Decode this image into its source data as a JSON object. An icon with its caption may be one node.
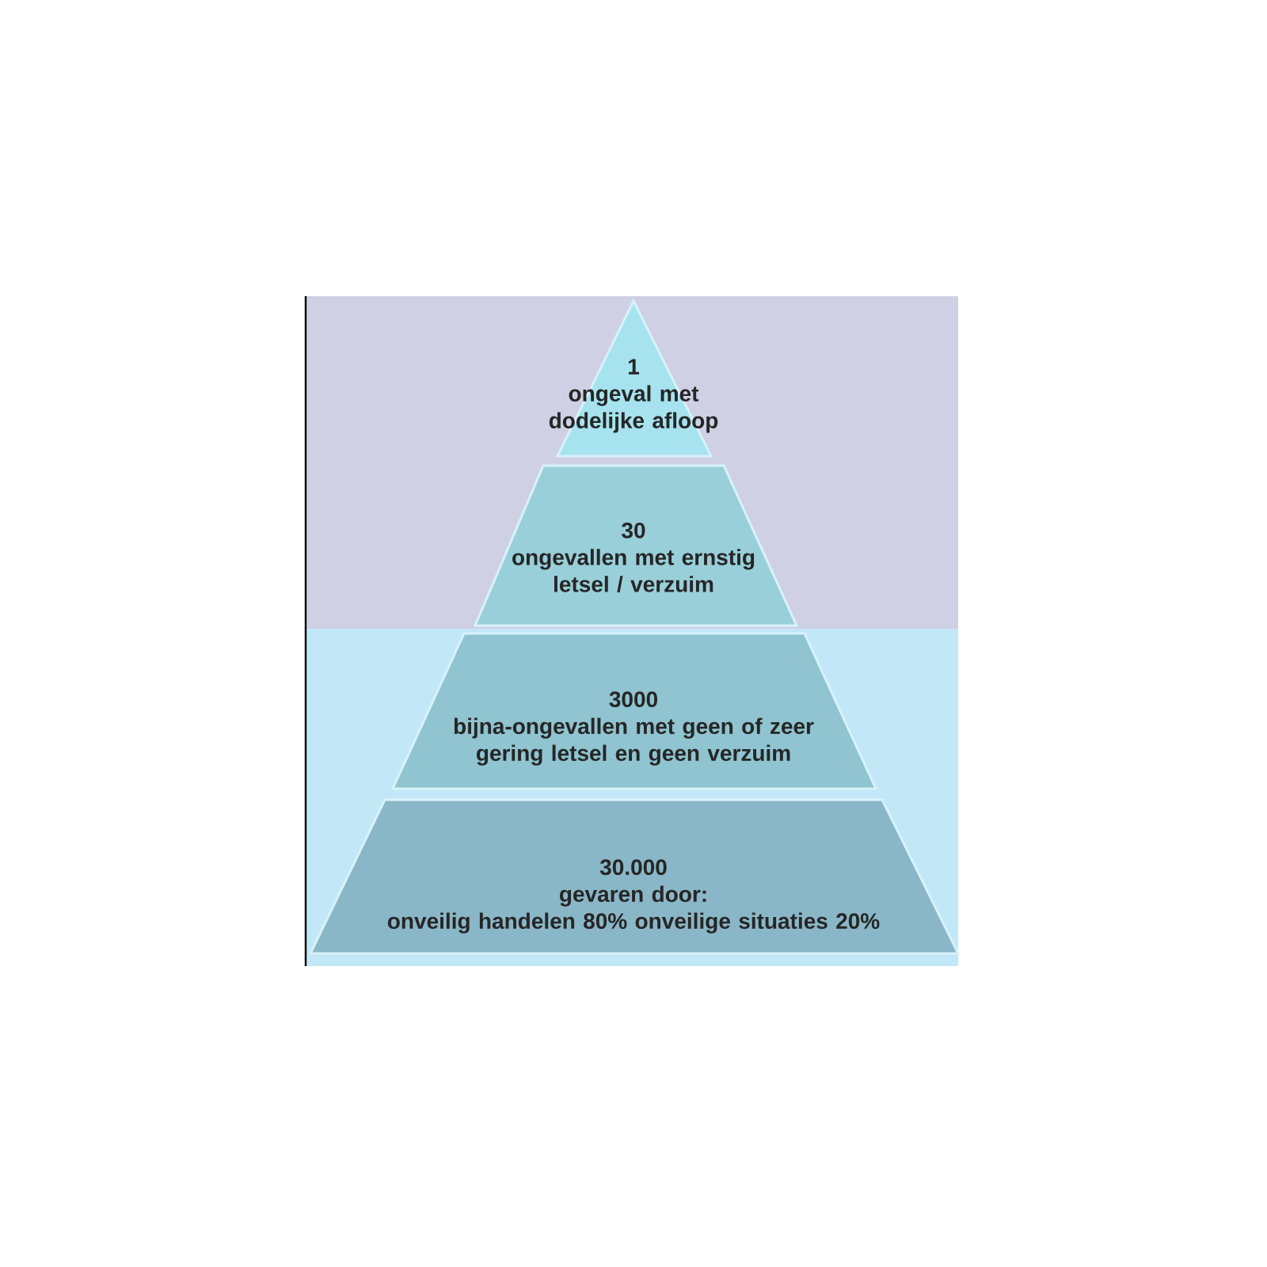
{
  "diagram": {
    "nodes": [
      {
        "text": [
          "1",
          "ongeval met dodelijke afloop"
        ]
      },
      {
        "text": [
          "30",
          "ongevallen met ernstig letsel / verzuim"
        ]
      },
      {
        "text": [
          "3000",
          "bijna-ongevallen met geen of zeer gering letsel en geen verzuim"
        ]
      },
      {
        "text": [
          "30.000",
          "gevaren door:",
          "onveilig handelen 80% onveilige situaties 20%"
        ]
      }
    ],
    "edges": []
  }
}
